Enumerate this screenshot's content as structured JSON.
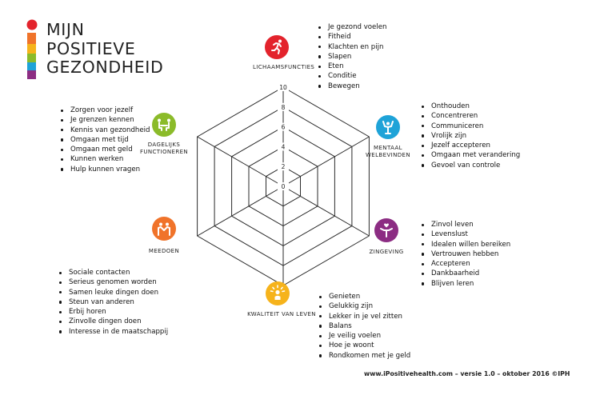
{
  "logo": {
    "line1": "MIJN",
    "line2": "POSITIEVE",
    "line3": "GEZONDHEID"
  },
  "scale": {
    "ticks": [
      "10",
      "8",
      "6",
      "4",
      "2",
      "0"
    ]
  },
  "dimensions": {
    "lichaamsfuncties": {
      "label": "LICHAAMSFUNCTIES",
      "color": "#e3232c",
      "icon": "running-person-icon",
      "items": [
        "Je gezond voelen",
        "Fitheid",
        "Klachten en pijn",
        "Slapen",
        "Eten",
        "Conditie",
        "Bewegen"
      ]
    },
    "mentaal": {
      "label_line1": "MENTAAL",
      "label_line2": "WELBEVINDEN",
      "color": "#1ea3d8",
      "icon": "person-arms-up-icon",
      "items": [
        "Onthouden",
        "Concentreren",
        "Communiceren",
        "Vrolijk zijn",
        "Jezelf accepteren",
        "Omgaan met verandering",
        "Gevoel van controle"
      ]
    },
    "zingeving": {
      "label": "ZINGEVING",
      "color": "#8c2d83",
      "icon": "person-heart-icon",
      "items": [
        "Zinvol leven",
        "Levenslust",
        "Idealen willen bereiken",
        "Vertrouwen hebben",
        "Accepteren",
        "Dankbaarheid",
        "Blijven leren"
      ]
    },
    "kwaliteit": {
      "label": "KWALITEIT VAN LEVEN",
      "color": "#f6b31b",
      "icon": "sun-person-icon",
      "items": [
        "Genieten",
        "Gelukkig zijn",
        "Lekker in je vel zitten",
        "Balans",
        "Je veilig voelen",
        "Hoe je woont",
        "Rondkomen met je geld"
      ]
    },
    "meedoen": {
      "label": "MEEDOEN",
      "color": "#f0732a",
      "icon": "two-people-icon",
      "items": [
        "Sociale contacten",
        "Serieus genomen worden",
        "Samen leuke dingen doen",
        "Steun van anderen",
        "Erbij horen",
        "Zinvolle dingen doen",
        "Interesse in de maatschappij"
      ]
    },
    "dagelijks": {
      "label_line1": "DAGELIJKS",
      "label_line2": "FUNCTIONEREN",
      "color": "#8bbb2a",
      "icon": "people-at-table-icon",
      "items": [
        "Zorgen voor jezelf",
        "Je grenzen kennen",
        "Kennis van gezondheid",
        "Omgaan met tijd",
        "Omgaan met geld",
        "Kunnen werken",
        "Hulp kunnen vragen"
      ]
    }
  },
  "footer": {
    "text": "www.iPositivehealth.com – versie 1.0 – oktober 2016 ©IPH"
  }
}
